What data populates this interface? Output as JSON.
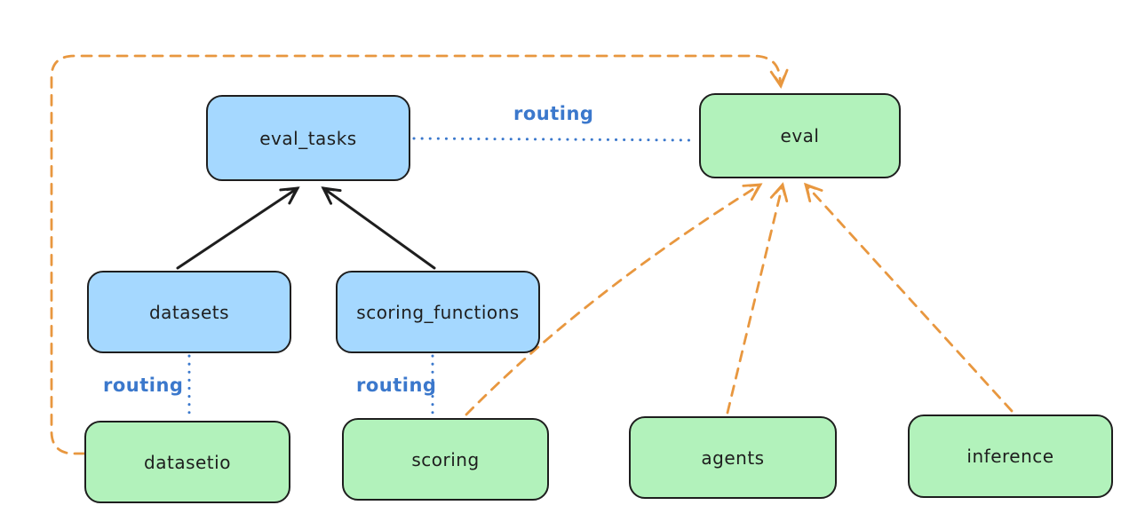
{
  "diagram": {
    "type": "architecture-diagram",
    "colors": {
      "background": "#ffffff",
      "blue_node_fill": "#a5d8ff",
      "green_node_fill": "#b2f2bb",
      "node_border": "#1e1e1e",
      "routing_blue": "#3b78cc",
      "provider_orange": "#e8973f",
      "solid_arrow_black": "#1e1e1e"
    },
    "nodes": [
      {
        "id": "eval_tasks",
        "label": "eval_tasks",
        "fill": "blue"
      },
      {
        "id": "eval",
        "label": "eval",
        "fill": "green"
      },
      {
        "id": "datasets",
        "label": "datasets",
        "fill": "blue"
      },
      {
        "id": "scoring_functions",
        "label": "scoring_functions",
        "fill": "blue"
      },
      {
        "id": "datasetio",
        "label": "datasetio",
        "fill": "green"
      },
      {
        "id": "scoring",
        "label": "scoring",
        "fill": "green"
      },
      {
        "id": "agents",
        "label": "agents",
        "fill": "green"
      },
      {
        "id": "inference",
        "label": "inference",
        "fill": "green"
      }
    ],
    "edges": [
      {
        "from": "datasets",
        "to": "eval_tasks",
        "style": "solid",
        "color": "#1e1e1e",
        "arrow": true,
        "label": ""
      },
      {
        "from": "scoring_functions",
        "to": "eval_tasks",
        "style": "solid",
        "color": "#1e1e1e",
        "arrow": true,
        "label": ""
      },
      {
        "from": "eval_tasks",
        "to": "eval",
        "style": "dotted",
        "color": "#3b78cc",
        "arrow": false,
        "label": "routing"
      },
      {
        "from": "datasets",
        "to": "datasetio",
        "style": "dotted",
        "color": "#3b78cc",
        "arrow": false,
        "label": "routing"
      },
      {
        "from": "scoring_functions",
        "to": "scoring",
        "style": "dotted",
        "color": "#3b78cc",
        "arrow": false,
        "label": "routing"
      },
      {
        "from": "datasetio",
        "to": "eval",
        "style": "dashed",
        "color": "#e8973f",
        "arrow": true,
        "label": ""
      },
      {
        "from": "scoring",
        "to": "eval",
        "style": "dashed",
        "color": "#e8973f",
        "arrow": true,
        "label": ""
      },
      {
        "from": "agents",
        "to": "eval",
        "style": "dashed",
        "color": "#e8973f",
        "arrow": true,
        "label": ""
      },
      {
        "from": "inference",
        "to": "eval",
        "style": "dashed",
        "color": "#e8973f",
        "arrow": true,
        "label": ""
      }
    ]
  }
}
